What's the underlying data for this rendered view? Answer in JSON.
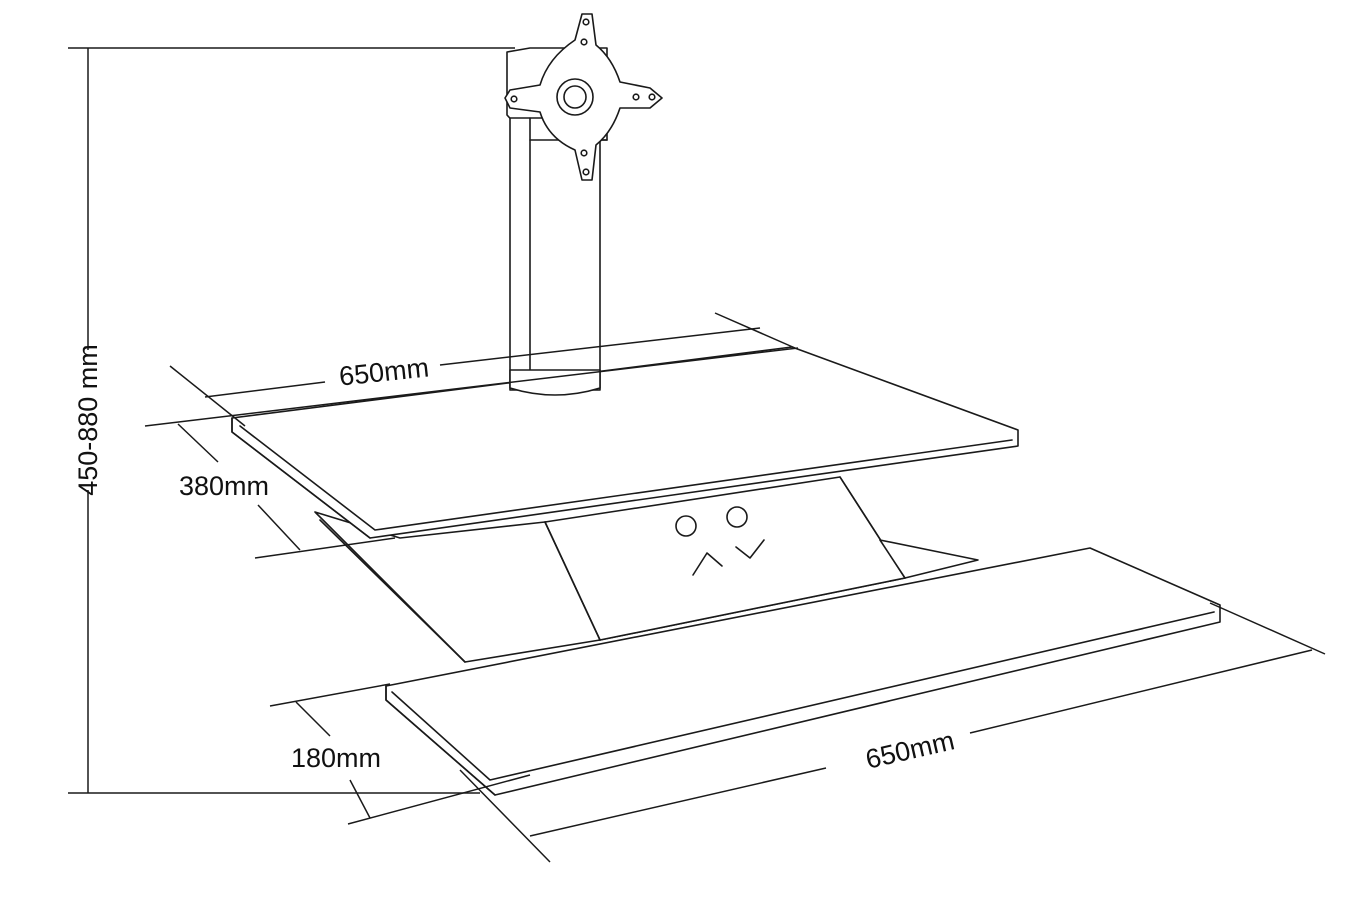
{
  "diagram": {
    "height_label": "450-880 mm",
    "top_width_label": "650mm",
    "top_depth_label": "380mm",
    "keyboard_depth_label": "180mm",
    "keyboard_width_label": "650mm"
  }
}
